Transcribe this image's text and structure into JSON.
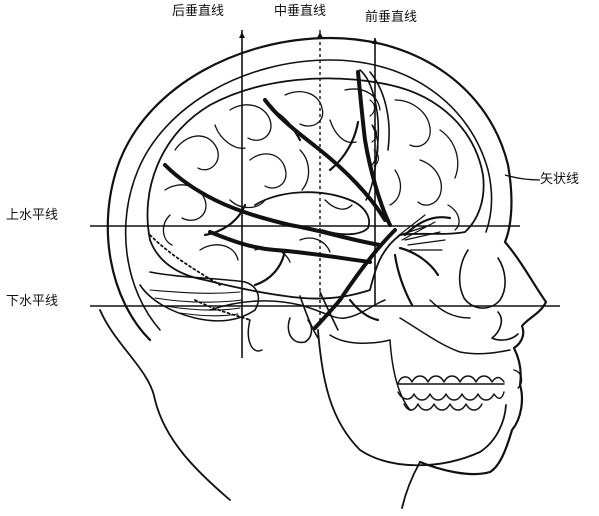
{
  "labels": {
    "posterior_vertical": "后垂直线",
    "middle_vertical": "中垂直线",
    "anterior_vertical": "前垂直线",
    "sagittal": "矢状线",
    "upper_horizontal": "上水平线",
    "lower_horizontal": "下水平线"
  },
  "colors": {
    "ink": "#111111",
    "paper": "#ffffff"
  }
}
